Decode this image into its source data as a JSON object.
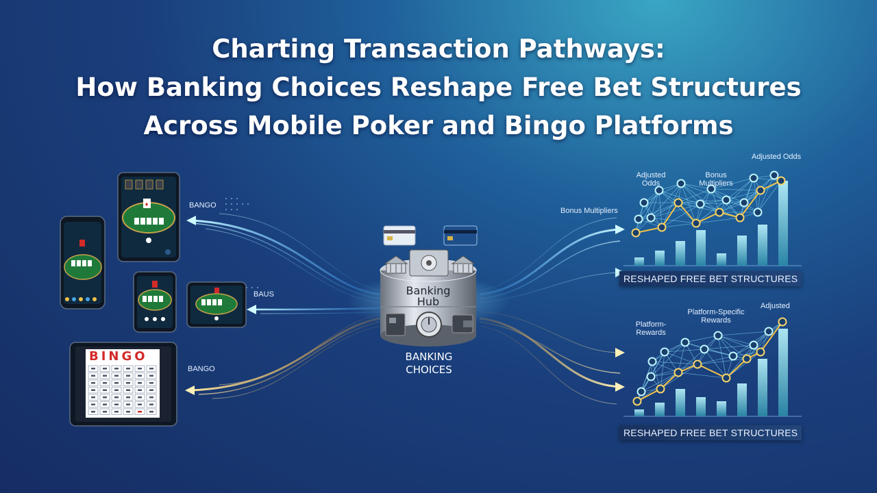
{
  "title": {
    "line1": "Charting Transaction Pathways:",
    "line2": "How Banking Choices Reshape Free Bet Structures",
    "line3": "Across Mobile Poker and Bingo Platforms"
  },
  "hub": {
    "label_line1": "Banking",
    "label_line2": "Hub",
    "caption_line1": "BANKING",
    "caption_line2": "CHOICES"
  },
  "left_flows": {
    "top_label": "BANGO",
    "middle_label": "BAUS",
    "bottom_label": "BANGO"
  },
  "bingo_card": {
    "header": "BINGO"
  },
  "right_top": {
    "label_bonus_left": "Bonus Multipliers",
    "label_adjusted_left": "Adjusted\nOdds",
    "label_bonus_mid": "Bonus\nMultipliers",
    "label_adjusted_right": "Adjusted Odds",
    "banner": "RESHAPED FREE BET STRUCTURES"
  },
  "right_bottom": {
    "label_platform_rewards": "Platform-\nRewards",
    "label_platform_specific": "Platform-Specific\nRewards",
    "label_adjusted": "Adjusted",
    "banner": "RESHAPED FREE BET STRUCTURES"
  },
  "colors": {
    "accent_cyan": "#6fe3ff",
    "accent_gold": "#f2c24a",
    "poker_felt": "#1f7a3a",
    "bingo_red": "#d32a2a"
  }
}
